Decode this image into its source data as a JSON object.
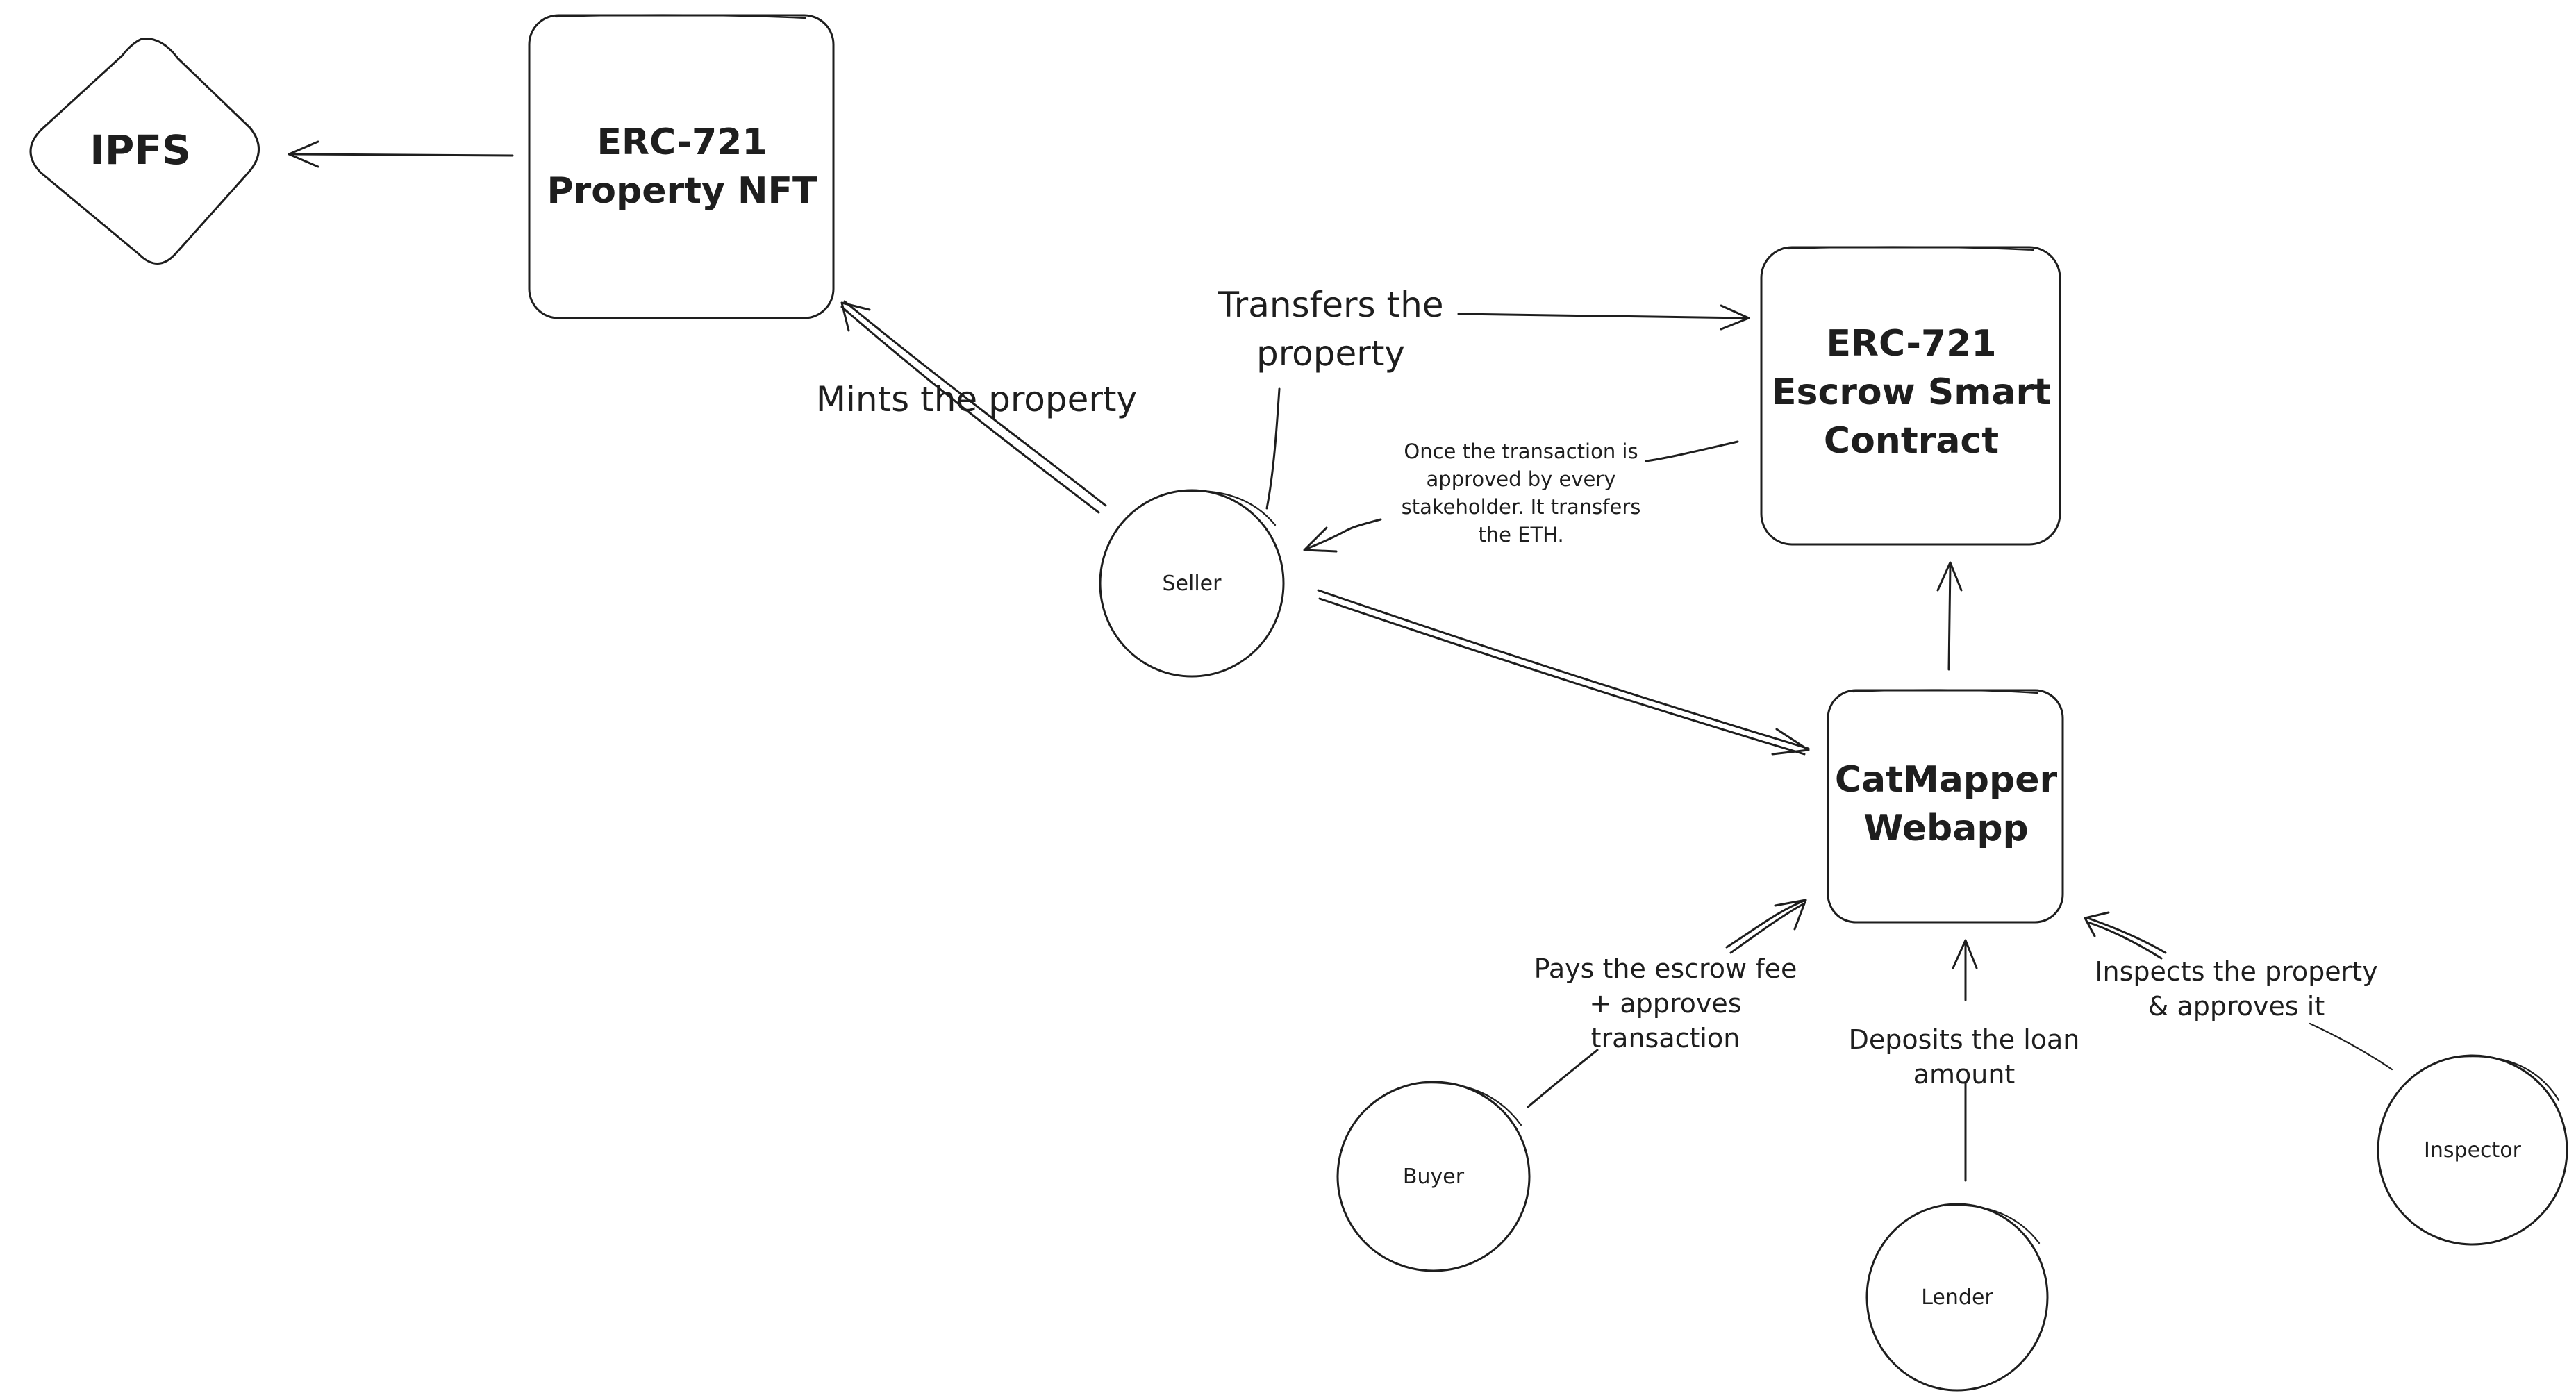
{
  "diagram": {
    "nodes": {
      "ipfs": "IPFS",
      "nft_line1": "ERC-721",
      "nft_line2": "Property NFT",
      "escrow_line1": "ERC-721",
      "escrow_line2": "Escrow Smart",
      "escrow_line3": "Contract",
      "webapp_line1": "CatMapper",
      "webapp_line2": "Webapp",
      "seller": "Seller",
      "buyer": "Buyer",
      "lender": "Lender",
      "inspector": "Inspector"
    },
    "edges": {
      "mints": "Mints the property",
      "transfers_line1": "Transfers the",
      "transfers_line2": "property",
      "eth_line1": "Once the transaction is",
      "eth_line2": "approved by every",
      "eth_line3": "stakeholder. It transfers",
      "eth_line4": "the ETH.",
      "pays_line1": "Pays the escrow fee",
      "pays_line2": "+ approves",
      "pays_line3": "transaction",
      "deposits_line1": "Deposits the loan",
      "deposits_line2": "amount",
      "inspects_line1": "Inspects the property",
      "inspects_line2": "& approves it"
    }
  }
}
